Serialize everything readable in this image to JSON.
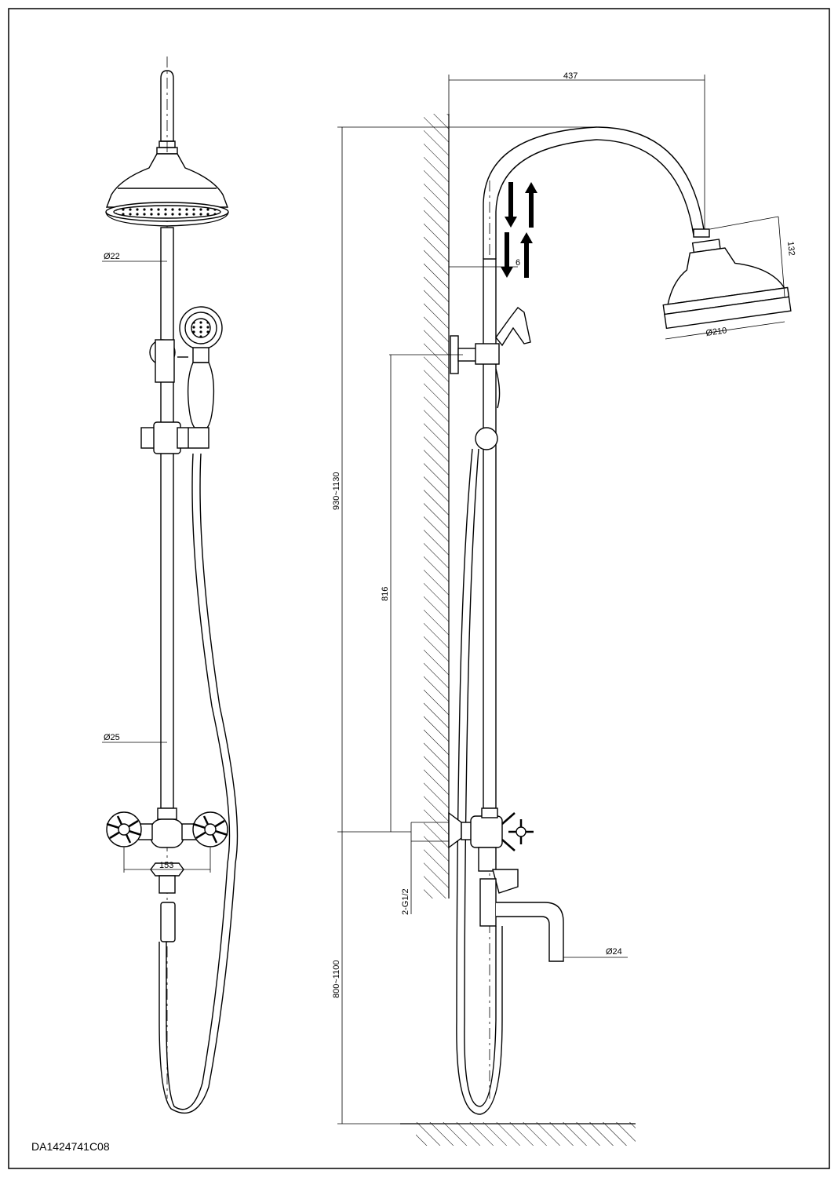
{
  "drawing": {
    "code": "DA1424741C08",
    "front_view": {
      "labels": {
        "top_pipe_diameter": "Ø22",
        "lower_pipe_diameter": "Ø25",
        "valve_centers": "153"
      }
    },
    "side_view": {
      "labels": {
        "arm_reach": "437",
        "head_height": "132",
        "head_diameter": "Ø210",
        "height_adjust": "6",
        "total_height": "930~1130",
        "bracket_height": "816",
        "inlet_thread": "2-G1/2",
        "spout_diameter": "Ø24",
        "mount_height": "800~1100"
      }
    }
  }
}
